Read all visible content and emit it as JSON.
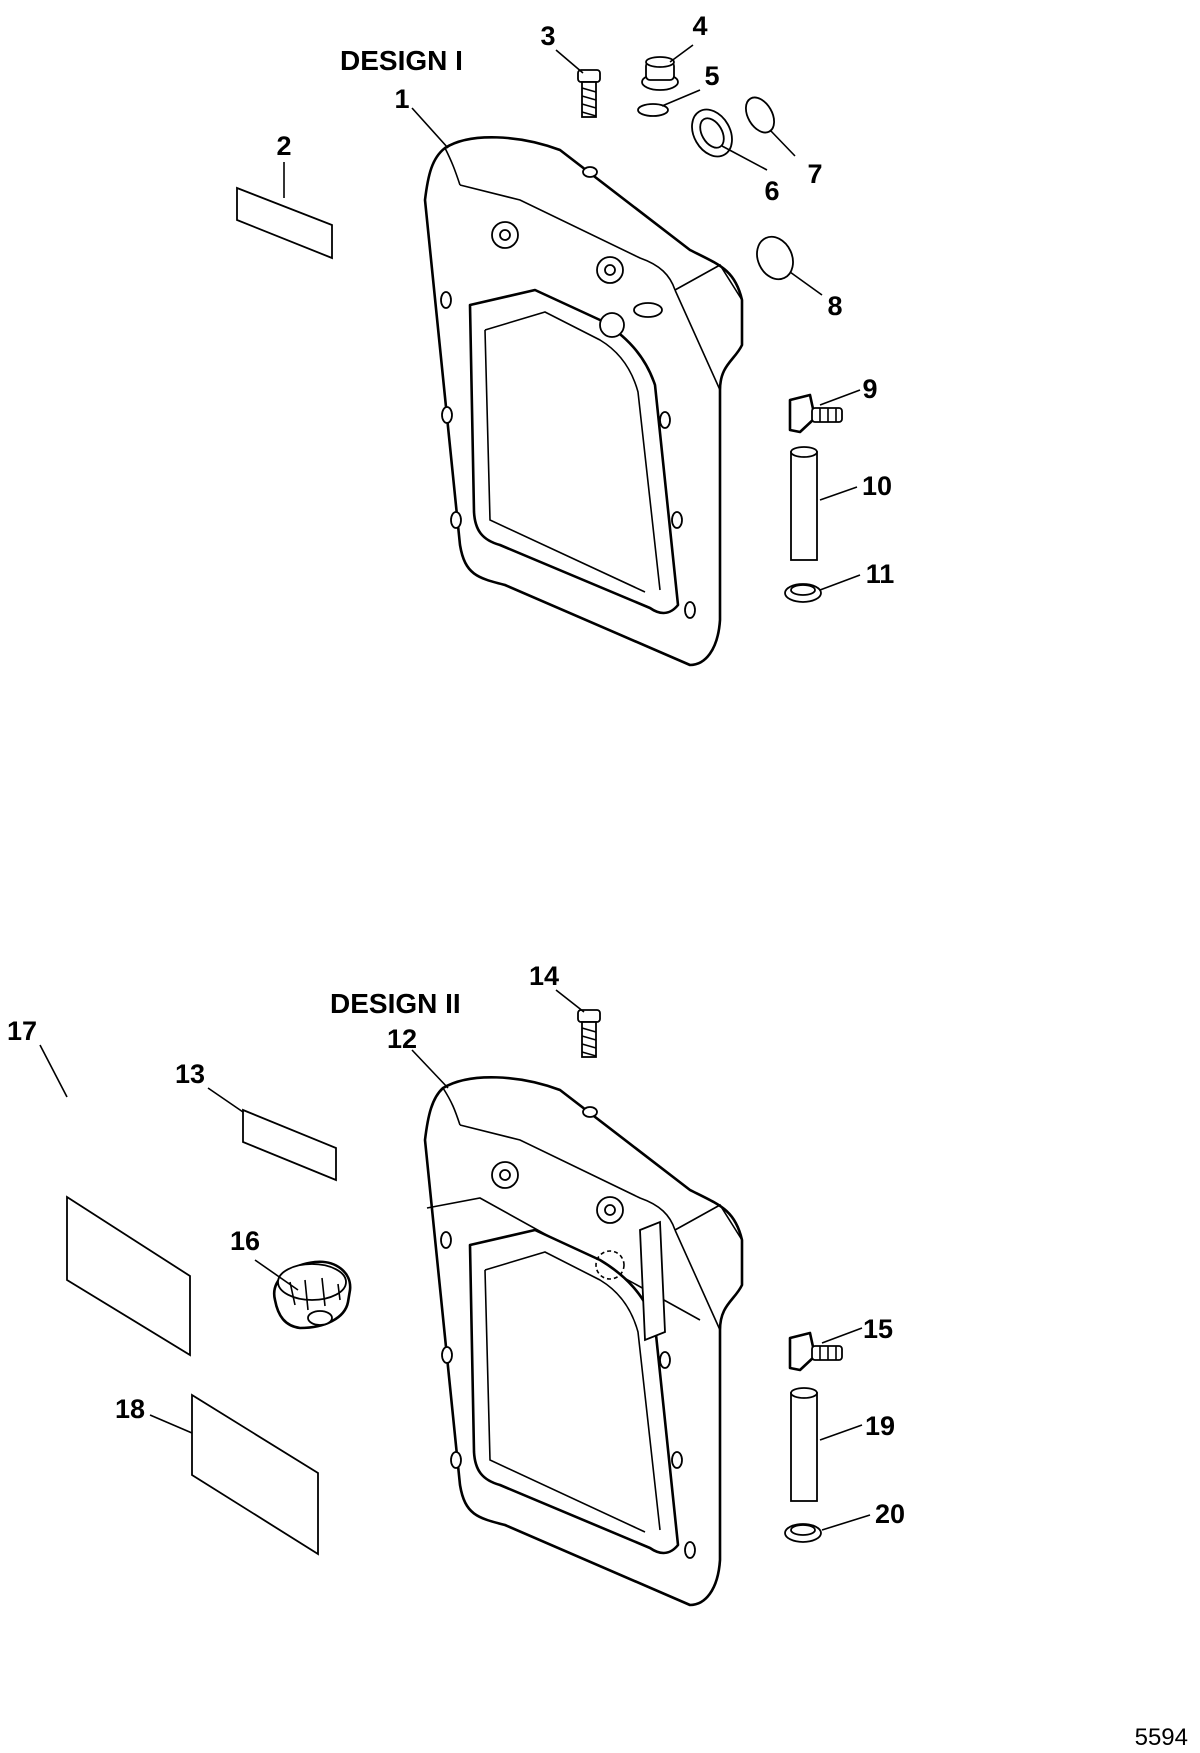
{
  "design_1": {
    "title": "DESIGN I",
    "callouts": [
      "1",
      "2",
      "3",
      "4",
      "5",
      "6",
      "7",
      "8",
      "9",
      "10",
      "11"
    ]
  },
  "design_2": {
    "title": "DESIGN II",
    "callouts": [
      "12",
      "13",
      "14",
      "15",
      "16",
      "17",
      "18",
      "19",
      "20"
    ]
  },
  "figure_code": "5594"
}
